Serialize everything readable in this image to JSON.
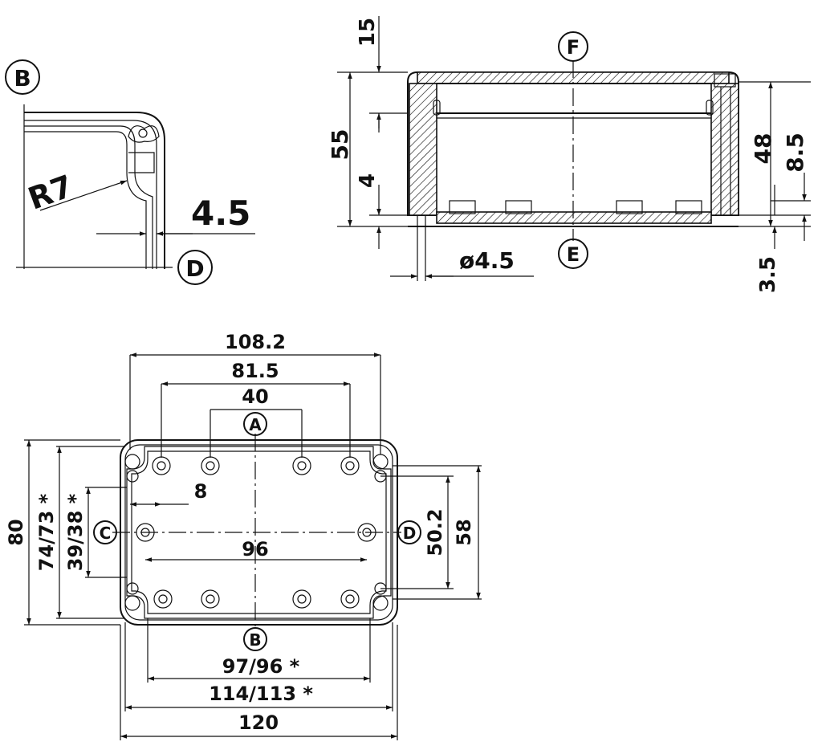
{
  "detail_b": {
    "view_label": "B",
    "radius_label": "R7",
    "gap_label": "4.5",
    "edge_label": "D"
  },
  "section_view": {
    "top_label": "F",
    "bottom_label": "E",
    "dims": {
      "d15": "15",
      "d55": "55",
      "d4": "4",
      "d48": "48",
      "d85": "8.5",
      "d35": "3.5",
      "dia": "ø4.5"
    }
  },
  "top_view": {
    "labels": {
      "a": "A",
      "b": "B",
      "c": "C",
      "d": "D"
    },
    "dims": {
      "w1082": "108.2",
      "w815": "81.5",
      "w40": "40",
      "w8": "8",
      "w96": "96",
      "w9796": "97/96 *",
      "w114113": "114/113 *",
      "w120": "120",
      "h80": "80",
      "h7473": "74/73 *",
      "h3938": "39/38 *",
      "h502": "50.2",
      "h58": "58"
    }
  }
}
